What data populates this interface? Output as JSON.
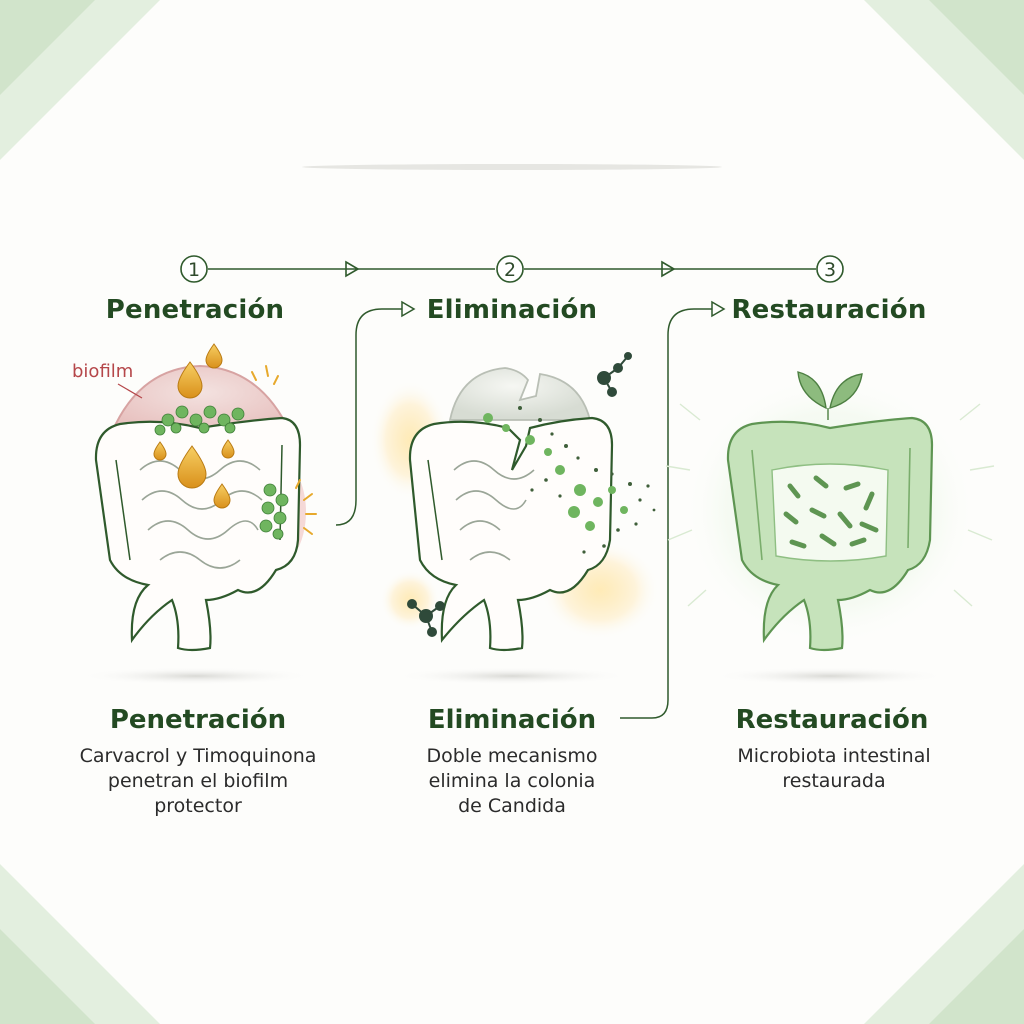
{
  "steps": [
    {
      "number": "1",
      "title": "Penetración",
      "bottom_title": "Penetración",
      "description_lines": [
        "Carvacrol y Timoquinona",
        "penetran el biofilm",
        "protector"
      ]
    },
    {
      "number": "2",
      "title": "Eliminación",
      "bottom_title": "Eliminación",
      "description_lines": [
        "Doble mecanismo",
        "elimina la colonia",
        "de Candida"
      ]
    },
    {
      "number": "3",
      "title": "Restauración",
      "bottom_title": "Restauración",
      "description_lines": [
        "Microbiota intestinal",
        "restaurada"
      ]
    }
  ],
  "labels": {
    "biofilm": "biofilm"
  },
  "colors": {
    "dark_green": "#234a22",
    "light_green": "#b9ddb0",
    "gold": "#e7a92c",
    "biofilm_red": "#b5474a"
  }
}
